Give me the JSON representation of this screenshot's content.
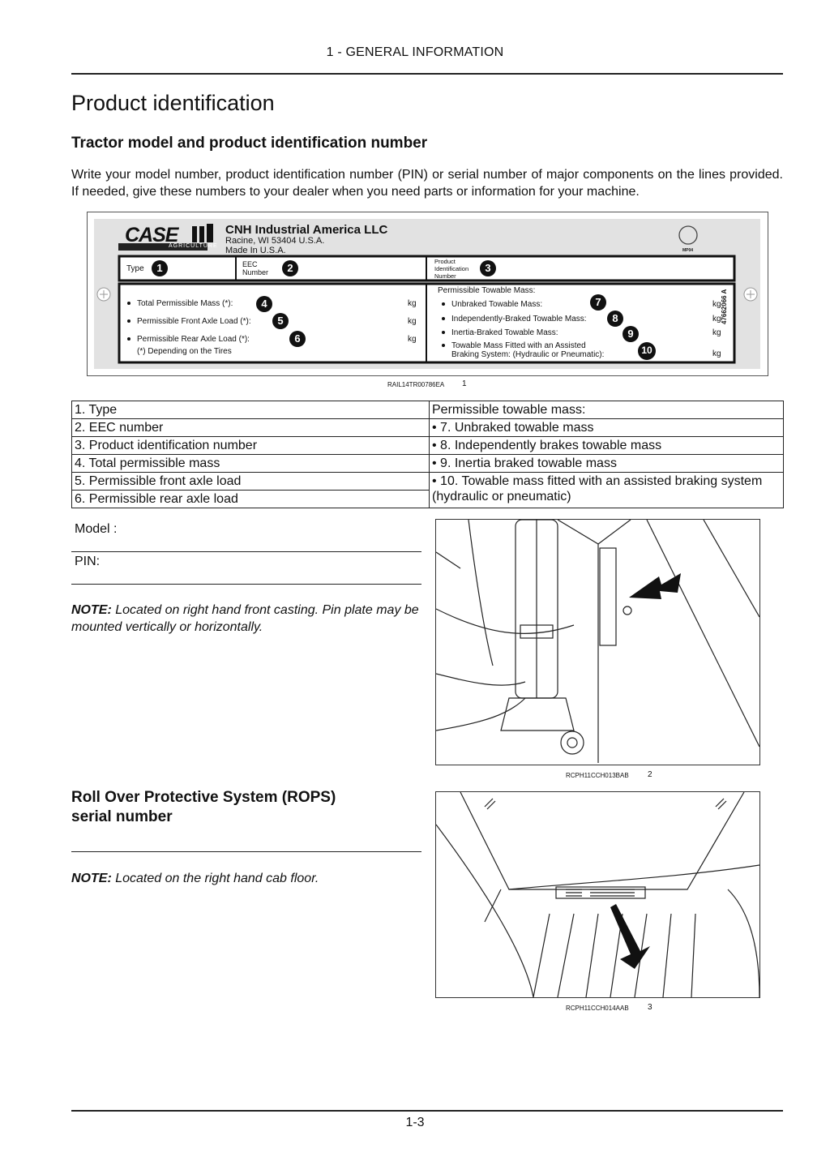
{
  "header": "1 - GENERAL INFORMATION",
  "title": "Product identification",
  "subtitle": "Tractor model and product identification number",
  "intro": "Write your model number, product identification number (PIN) or serial number of major components on the lines provided. If needed, give these numbers to your dealer when you need parts or information for your machine.",
  "plate": {
    "brand": "CASE",
    "brand_sub": "AGRICULTURE",
    "company": "CNH Industrial America LLC",
    "addr1": "Racine, WI 53404  U.S.A.",
    "addr2": "Made In U.S.A.",
    "cert": "MP04",
    "type": "Type",
    "eec": "EEC",
    "eec2": "Number",
    "pid1": "Product",
    "pid2": "Identification",
    "pid3": "Number",
    "total": "Total Permissible Mass (*):",
    "front": "Permissible Front Axle Load (*):",
    "rear": "Permissible Rear Axle Load (*):",
    "depending": "(*) Depending on the Tires",
    "ptm": "Permissible Towable Mass:",
    "unbraked": "Unbraked Towable Mass:",
    "indep": "Independently-Braked Towable Mass:",
    "inertia": "Inertia-Braked Towable Mass:",
    "assist1": "Towable Mass Fitted with an Assisted",
    "assist2": "Braking System: (Hydraulic or Pneumatic):",
    "kg": "kg",
    "partno": "47662066 A",
    "callouts": [
      "1",
      "2",
      "3",
      "4",
      "5",
      "6",
      "7",
      "8",
      "9",
      "10"
    ]
  },
  "fig1": {
    "id": "RAIL14TR00786EA",
    "num": "1"
  },
  "legend": {
    "left": [
      "1.  Type",
      "2.  EEC number",
      "3.  Product identification number",
      "4.  Total permissible mass",
      "5.  Permissible front axle load",
      "6.  Permissible rear axle load"
    ],
    "right": [
      "Permissible towable mass:",
      "• 7.  Unbraked towable mass",
      "• 8.  Independently brakes towable mass",
      "• 9.  Inertia braked towable mass",
      "• 10.  Towable mass fitted with an assisted braking system (hydraulic or pneumatic)"
    ]
  },
  "model_label": "Model :",
  "pin_label": "PIN:",
  "note1": {
    "label": "NOTE:",
    "text": " Located on right hand front casting. Pin plate may be mounted vertically or horizontally."
  },
  "fig2": {
    "id": "RCPH11CCH013BAB",
    "num": "2"
  },
  "rops_title_1": "Roll Over Protective System (ROPS)",
  "rops_title_2": "serial number",
  "note2": {
    "label": "NOTE:",
    "text": " Located on the right hand cab floor."
  },
  "fig3": {
    "id": "RCPH11CCH014AAB",
    "num": "3"
  },
  "page_number": "1-3"
}
